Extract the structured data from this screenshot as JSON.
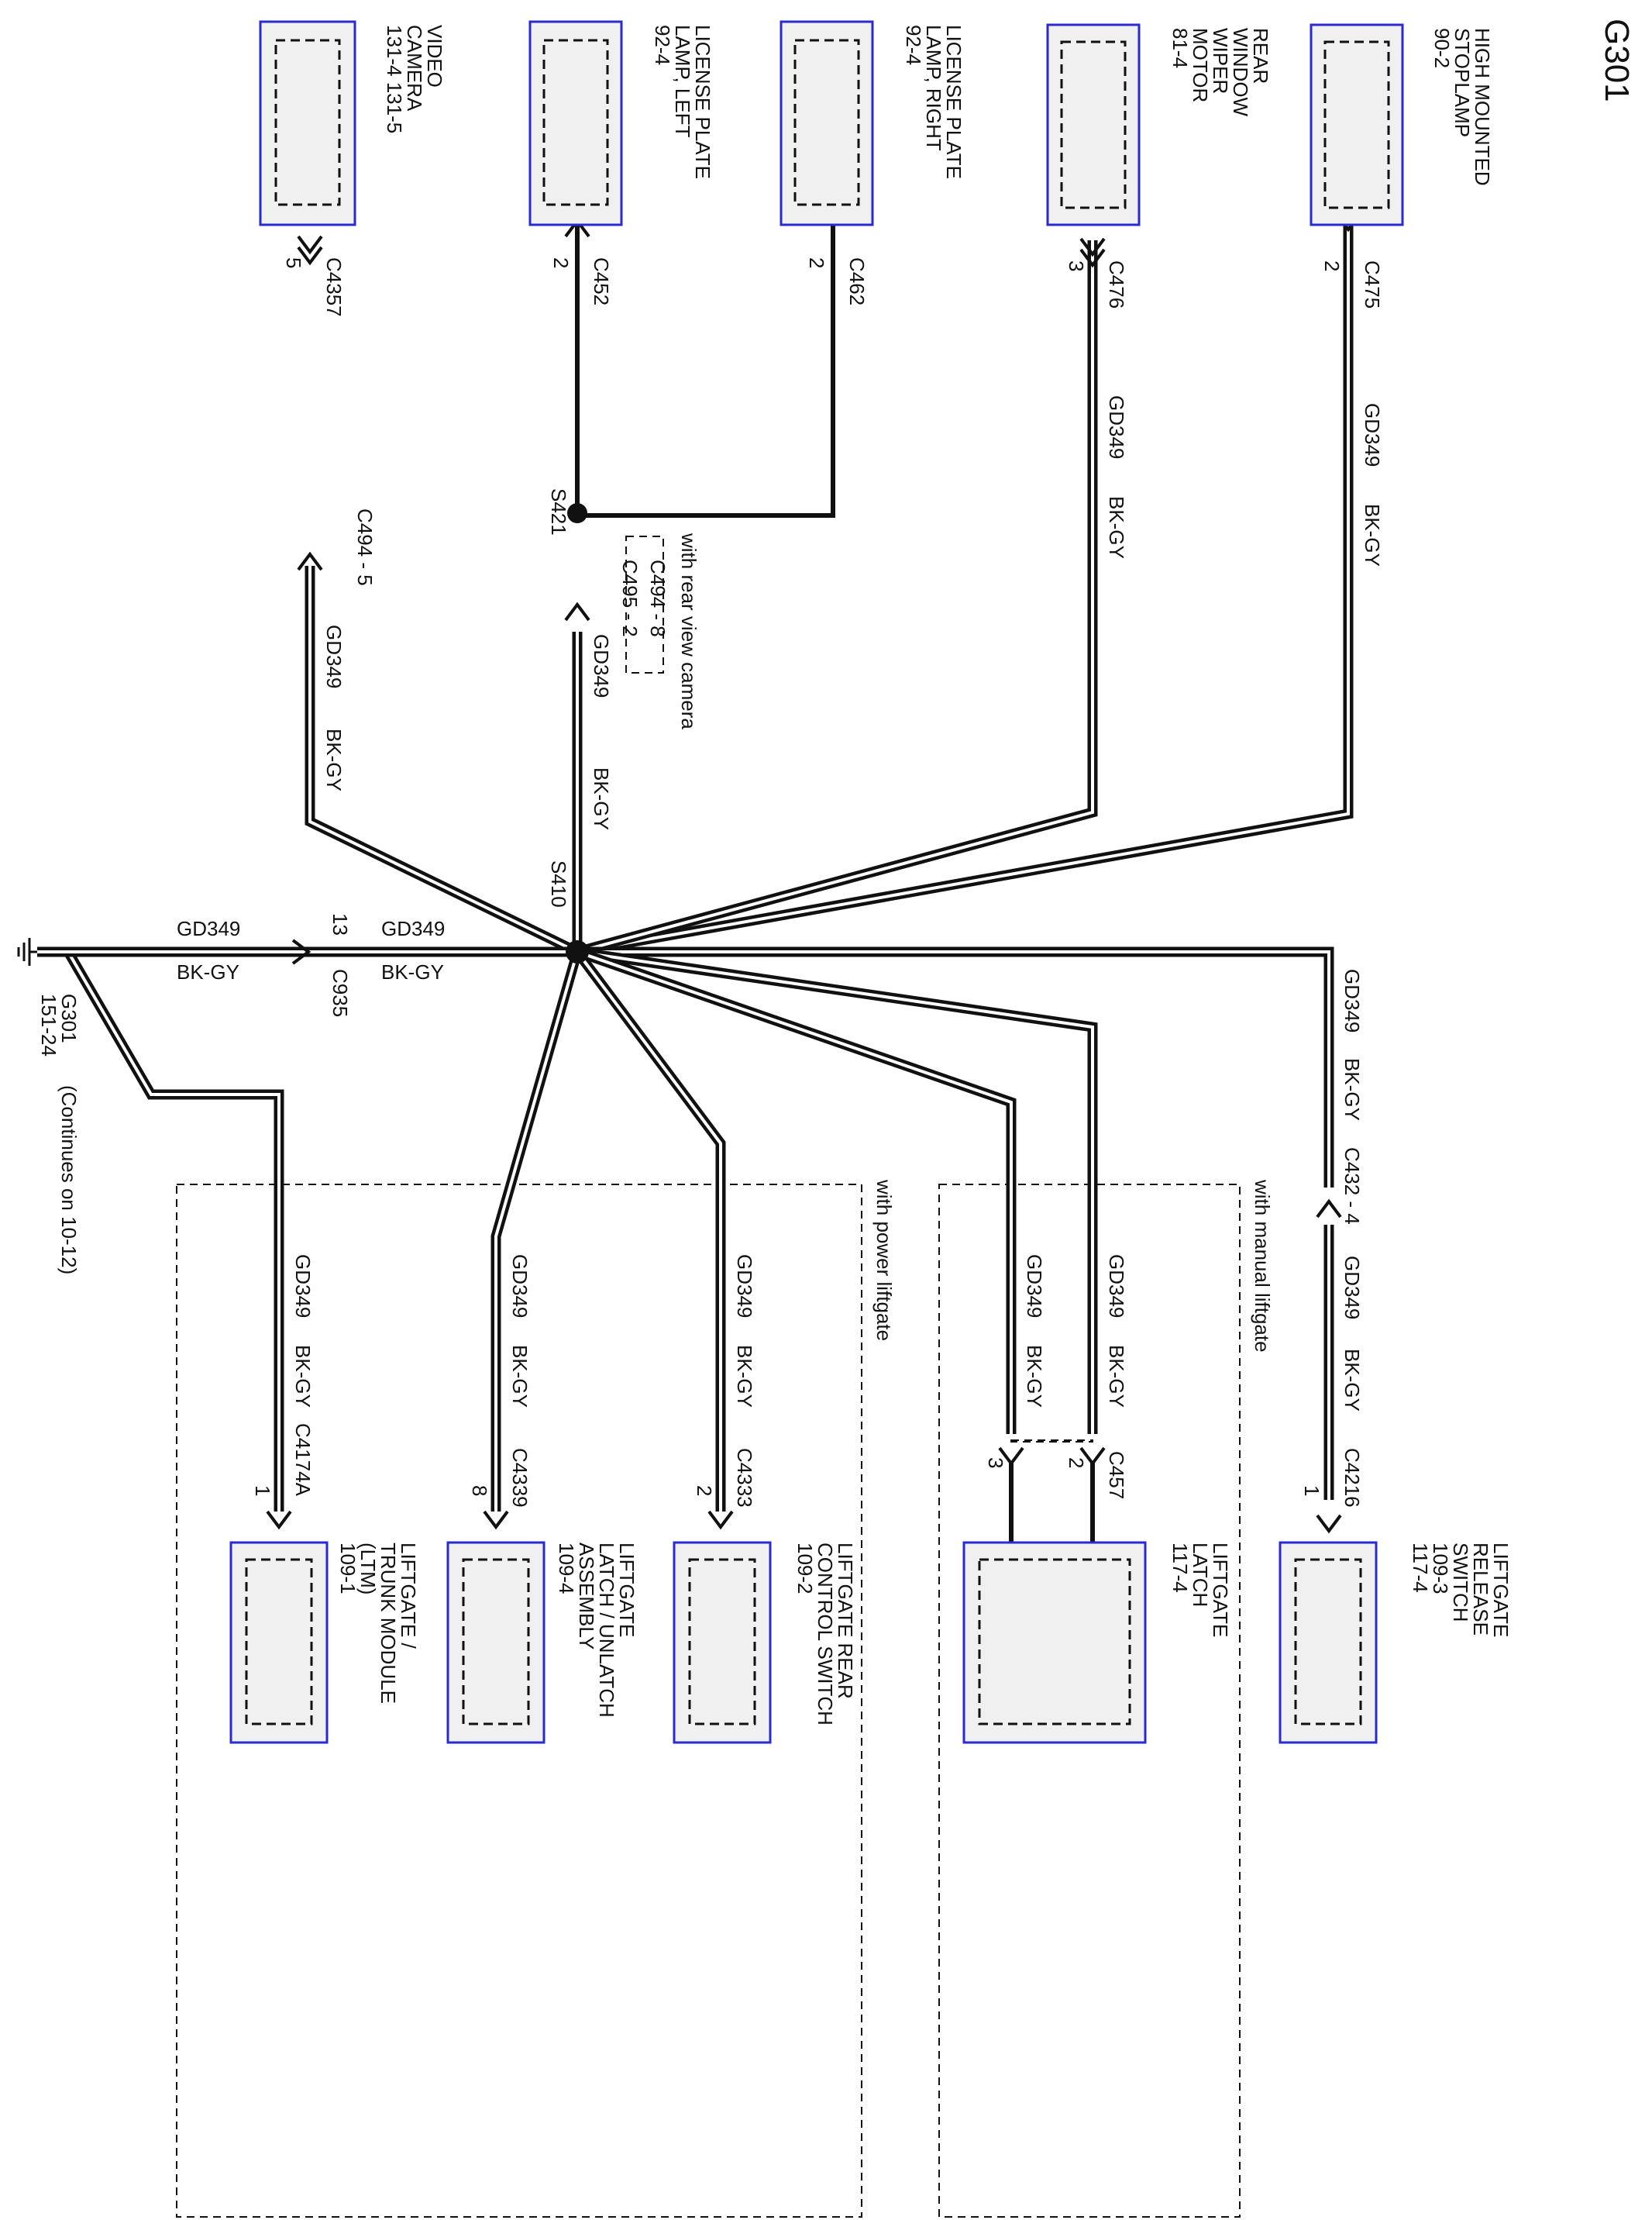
{
  "page": {
    "title": "G301"
  },
  "components": {
    "high_mounted_stoplamp": {
      "lines": [
        "HIGH MOUNTED",
        "STOPLAMP",
        "90-2"
      ]
    },
    "rear_window_wiper_motor": {
      "lines": [
        "REAR",
        "WINDOW",
        "WIPER",
        "MOTOR",
        "81-4"
      ]
    },
    "license_plate_lamp_right": {
      "lines": [
        "LICENSE PLATE",
        "LAMP, RIGHT",
        "92-4"
      ]
    },
    "license_plate_lamp_left": {
      "lines": [
        "LICENSE PLATE",
        "LAMP, LEFT",
        "92-4"
      ]
    },
    "video_camera": {
      "lines": [
        "VIDEO",
        "CAMERA",
        "131-4    131-5"
      ]
    },
    "liftgate_release_switch": {
      "lines": [
        "LIFTGATE",
        "RELEASE",
        "SWITCH",
        "109-3",
        "117-4"
      ]
    },
    "liftgate_latch": {
      "lines": [
        "LIFTGATE",
        "LATCH",
        "117-4"
      ]
    },
    "liftgate_rear_control_switch": {
      "lines": [
        "LIFTGATE REAR",
        "CONTROL SWITCH",
        "109-2"
      ]
    },
    "liftgate_latch_unlatch_assembly": {
      "lines": [
        "LIFTGATE",
        "LATCH / UNLATCH",
        "ASSEMBLY",
        "109-4"
      ]
    },
    "liftgate_trunk_module": {
      "lines": [
        "LIFTGATE /",
        "TRUNK MODULE",
        "(LTM)",
        "109-1"
      ]
    }
  },
  "connectors": {
    "c475": {
      "name": "C475",
      "pin": "2"
    },
    "c476": {
      "name": "C476",
      "pin": "3"
    },
    "c462": {
      "name": "C462",
      "pin": "2"
    },
    "c452": {
      "name": "C452",
      "pin": "2"
    },
    "c4357": {
      "name": "C4357",
      "pin": "5"
    },
    "c494_5": {
      "name": "C494 - 5"
    },
    "c495_2": {
      "name": "C495 - 2"
    },
    "c494_8": {
      "name": "C494 - 8"
    },
    "c935": {
      "name": "C935",
      "pin": "13"
    },
    "c432_4": {
      "name": "C432 - 4"
    },
    "c4216": {
      "name": "C4216",
      "pin": "1"
    },
    "c457": {
      "name": "C457",
      "pin_a": "2",
      "pin_b": "3"
    },
    "c4333": {
      "name": "C4333",
      "pin": "2"
    },
    "c4339": {
      "name": "C4339",
      "pin": "8"
    },
    "c4174a": {
      "name": "C4174A",
      "pin": "1"
    }
  },
  "splices": {
    "s421": "S421",
    "s410": "S410"
  },
  "wire": {
    "circuit": "GD349",
    "color": "BK-GY"
  },
  "ground": {
    "name": "G301",
    "ref": "151-24",
    "note": "(Continues on 10-12)"
  },
  "options": {
    "rear_view_camera": "with rear view camera",
    "manual_liftgate": "with manual liftgate",
    "power_liftgate": "with power liftgate"
  }
}
